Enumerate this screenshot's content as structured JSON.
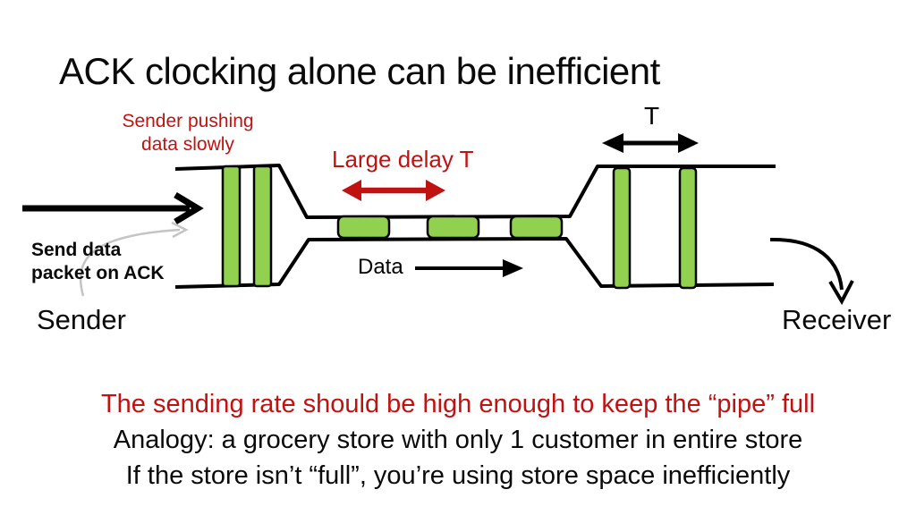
{
  "colors": {
    "red": "#c11212",
    "green": "#92d050",
    "gray": "#c4c4c4",
    "black": "#000000"
  },
  "title": "ACK clocking alone can be inefficient",
  "diagram": {
    "pushing_note": {
      "line1": "Sender pushing",
      "line2": "data slowly"
    },
    "delay_label": "Large delay T",
    "rtt_label": "T",
    "data_label": "Data",
    "send_note": {
      "line1": "Send data",
      "line2": "packet on ACK"
    },
    "sender_label": "Sender",
    "receiver_label": "Receiver"
  },
  "footer": {
    "line1": "The sending rate should be high enough to keep the “pipe” full",
    "line2": "Analogy: a grocery store with only 1 customer in entire store",
    "line3": "If the store isn’t “full”, you’re using store space inefficiently"
  }
}
